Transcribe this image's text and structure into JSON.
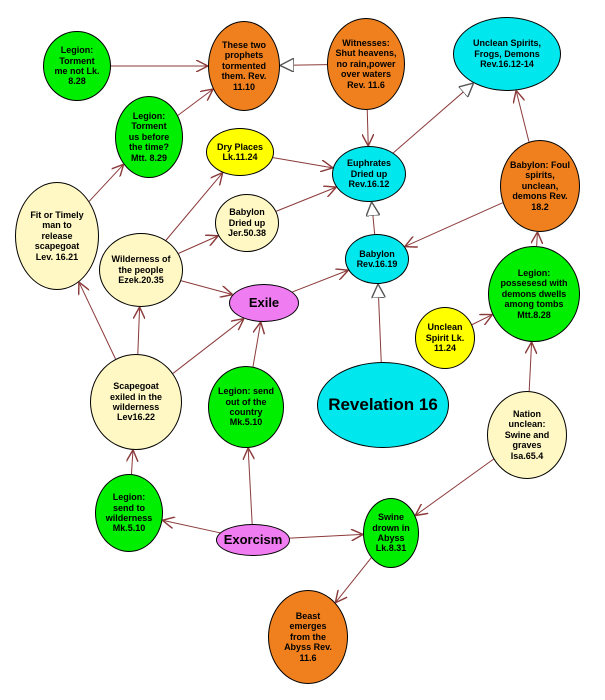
{
  "colors": {
    "green": "#00ee00",
    "orange": "#f0801e",
    "cyan": "#00e8ee",
    "yellow": "#ffff00",
    "cream": "#fff8c4",
    "pink": "#f07cf2",
    "edge": "#8b3a3a"
  },
  "nodes": {
    "legion_torment_lk": {
      "label": "Legion:\nTorment\nme not Lk.\n8.28",
      "color": "green"
    },
    "two_prophets": {
      "label": "These two\nprophets\ntormented\nthem. Rev.\n11.10",
      "color": "orange"
    },
    "witnesses": {
      "label": "Witnesses:\nShut heavens,\nno rain,power\nover waters\nRev. 11.6",
      "color": "orange"
    },
    "unclean_frogs": {
      "label": "Unclean Spirits,\nFrogs,  Demons\nRev.16.12-14",
      "color": "cyan"
    },
    "legion_torment_mtt": {
      "label": "Legion:\nTorment\nus before\nthe time?\nMtt. 8.29",
      "color": "green"
    },
    "dry_places": {
      "label": "Dry Places\nLk.11.24",
      "color": "yellow"
    },
    "euphrates": {
      "label": "Euphrates\nDried up\nRev.16.12",
      "color": "cyan"
    },
    "babylon_foul": {
      "label": "Babylon: Foul\nspirits,\nunclean,\ndemons Rev.\n18.2",
      "color": "orange"
    },
    "fit_man": {
      "label": "Fit or Timely\nman to\nrelease\nscapegoat\nLev. 16.21",
      "color": "cream"
    },
    "babylon_jer": {
      "label": "Babylon\nDried up\nJer.50.38",
      "color": "cream"
    },
    "wilderness_people": {
      "label": "Wilderness of\nthe people\nEzek.20.35",
      "color": "cream"
    },
    "babylon_rev": {
      "label": "Babylon\nRev.16.19",
      "color": "cyan"
    },
    "legion_tombs": {
      "label": "Legion:\npossesesd with\ndemons dwells\namong tombs\nMtt.8.28",
      "color": "green"
    },
    "exile": {
      "label": "Exile",
      "color": "pink"
    },
    "unclean_spirit_lk": {
      "label": "Unclean\nSpirit Lk.\n11.24",
      "color": "yellow"
    },
    "scapegoat": {
      "label": "Scapegoat\nexiled in  the\nwilderness\nLev16.22",
      "color": "cream"
    },
    "legion_send_country": {
      "label": "Legion: send\nout of the\ncountry\nMk.5.10",
      "color": "green"
    },
    "revelation16": {
      "label": "Revelation 16",
      "color": "cyan"
    },
    "nation_unclean": {
      "label": "Nation\nunclean:\nSwine and\ngraves\nIsa.65.4",
      "color": "cream"
    },
    "legion_send_wilderness": {
      "label": "Legion:\nsend to\nwilderness\nMk.5.10",
      "color": "green"
    },
    "exorcism": {
      "label": "Exorcism",
      "color": "pink"
    },
    "swine_drown": {
      "label": "Swine\ndrown in\nAbyss\nLk.8.31",
      "color": "green"
    },
    "beast_abyss": {
      "label": "Beast\nemerges\nfrom the\nAbyss Rev.\n11.6",
      "color": "orange"
    }
  }
}
